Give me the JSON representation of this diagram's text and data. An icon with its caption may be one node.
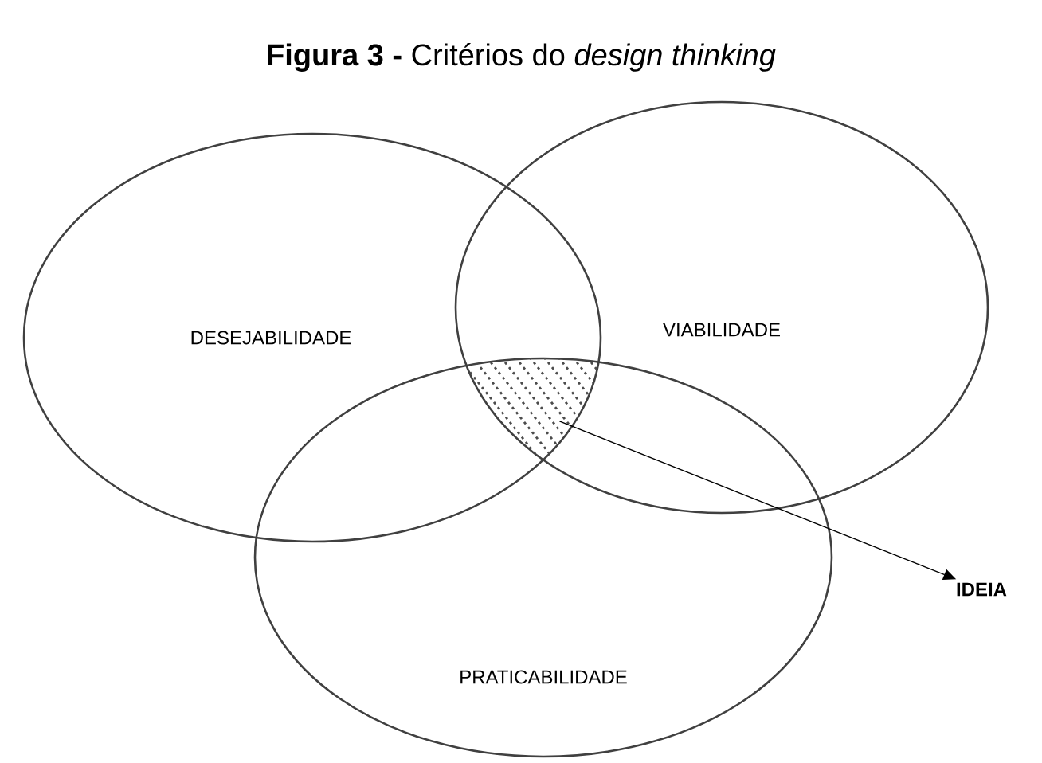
{
  "diagram": {
    "title": "**Figura 3 -** Critérios do *design thinking*",
    "nodes": [
      {
        "text": [
          "DESEJABILIDADE"
        ]
      },
      {
        "text": [
          "VIABILIDADE"
        ]
      },
      {
        "text": [
          "PRATICABILIDADE"
        ]
      },
      {
        "text": [],
        "shape": "hatch"
      },
      {
        "text": [
          "IDEIA"
        ]
      }
    ],
    "edges": [
      {
        "from": 3,
        "to": 4,
        "arrow": "to"
      }
    ]
  }
}
